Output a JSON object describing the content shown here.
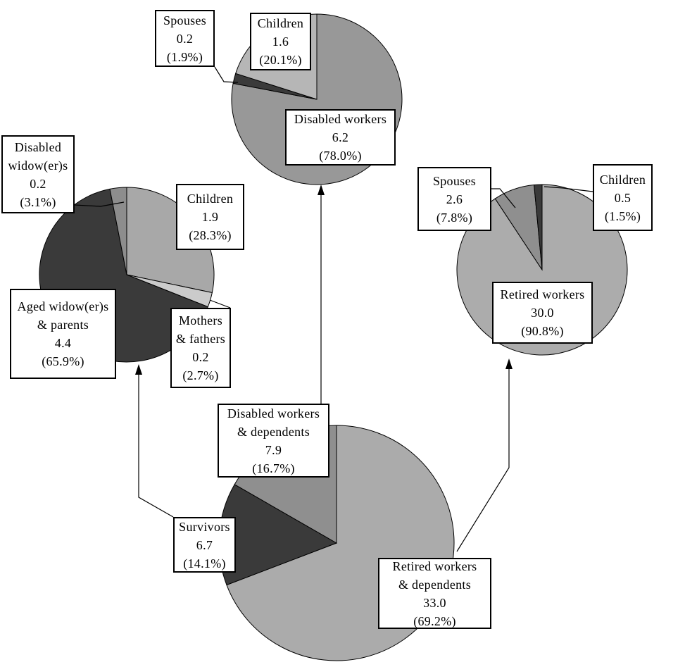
{
  "background": "#ffffff",
  "chart_data": [
    {
      "id": "total-beneficiaries",
      "type": "pie",
      "description": "bottom-center pie",
      "slices": [
        {
          "label": "Retired workers & dependents",
          "label_lines": [
            "Retired workers",
            "& dependents"
          ],
          "value": 33.0,
          "value_str": "33.0",
          "pct": 69.2,
          "pct_str": "(69.2%)",
          "color": "#ababab"
        },
        {
          "label": "Survivors",
          "label_lines": [
            "Survivors"
          ],
          "value": 6.7,
          "value_str": "6.7",
          "pct": 14.1,
          "pct_str": "(14.1%)",
          "color": "#3a3a3a"
        },
        {
          "label": "Disabled workers & dependents",
          "label_lines": [
            "Disabled workers",
            "& dependents"
          ],
          "value": 7.9,
          "value_str": "7.9",
          "pct": 16.7,
          "pct_str": "(16.7%)",
          "color": "#8f8f8f"
        }
      ]
    },
    {
      "id": "disabled-workers-dependents",
      "type": "pie",
      "description": "top pie",
      "slices": [
        {
          "label": "Disabled workers",
          "label_lines": [
            "Disabled workers"
          ],
          "value": 6.2,
          "value_str": "6.2",
          "pct": 78.0,
          "pct_str": "(78.0%)",
          "color": "#989898"
        },
        {
          "label": "Spouses",
          "label_lines": [
            "Spouses"
          ],
          "value": 0.2,
          "value_str": "0.2",
          "pct": 1.9,
          "pct_str": "(1.9%)",
          "color": "#3a3a3a"
        },
        {
          "label": "Children",
          "label_lines": [
            "Children"
          ],
          "value": 1.6,
          "value_str": "1.6",
          "pct": 20.1,
          "pct_str": "(20.1%)",
          "color": "#b6b6b6"
        }
      ]
    },
    {
      "id": "survivors",
      "type": "pie",
      "description": "left pie",
      "slices": [
        {
          "label": "Children",
          "label_lines": [
            "Children"
          ],
          "value": 1.9,
          "value_str": "1.9",
          "pct": 28.3,
          "pct_str": "(28.3%)",
          "color": "#a8a8a8"
        },
        {
          "label": "Mothers & fathers",
          "label_lines": [
            "Mothers",
            "& fathers"
          ],
          "value": 0.2,
          "value_str": "0.2",
          "pct": 2.7,
          "pct_str": "(2.7%)",
          "color": "#cbcbcb"
        },
        {
          "label": "Aged widow(er)s & parents",
          "label_lines": [
            "Aged widow(er)s",
            "& parents"
          ],
          "value": 4.4,
          "value_str": "4.4",
          "pct": 65.9,
          "pct_str": "(65.9%)",
          "color": "#3a3a3a"
        },
        {
          "label": "Disabled widow(er)s",
          "label_lines": [
            "Disabled",
            "widow(er)s"
          ],
          "value": 0.2,
          "value_str": "0.2",
          "pct": 3.1,
          "pct_str": "(3.1%)",
          "color": "#8d8d8d"
        }
      ]
    },
    {
      "id": "retired-workers-dependents",
      "type": "pie",
      "description": "right pie",
      "slices": [
        {
          "label": "Retired workers",
          "label_lines": [
            "Retired workers"
          ],
          "value": 30.0,
          "value_str": "30.0",
          "pct": 90.8,
          "pct_str": "(90.8%)",
          "color": "#acacac"
        },
        {
          "label": "Spouses",
          "label_lines": [
            "Spouses"
          ],
          "value": 2.6,
          "value_str": "2.6",
          "pct": 7.8,
          "pct_str": "(7.8%)",
          "color": "#8f8f8f"
        },
        {
          "label": "Children",
          "label_lines": [
            "Children"
          ],
          "value": 0.5,
          "value_str": "0.5",
          "pct": 1.5,
          "pct_str": "(1.5%)",
          "color": "#3a3a3a"
        }
      ]
    }
  ]
}
